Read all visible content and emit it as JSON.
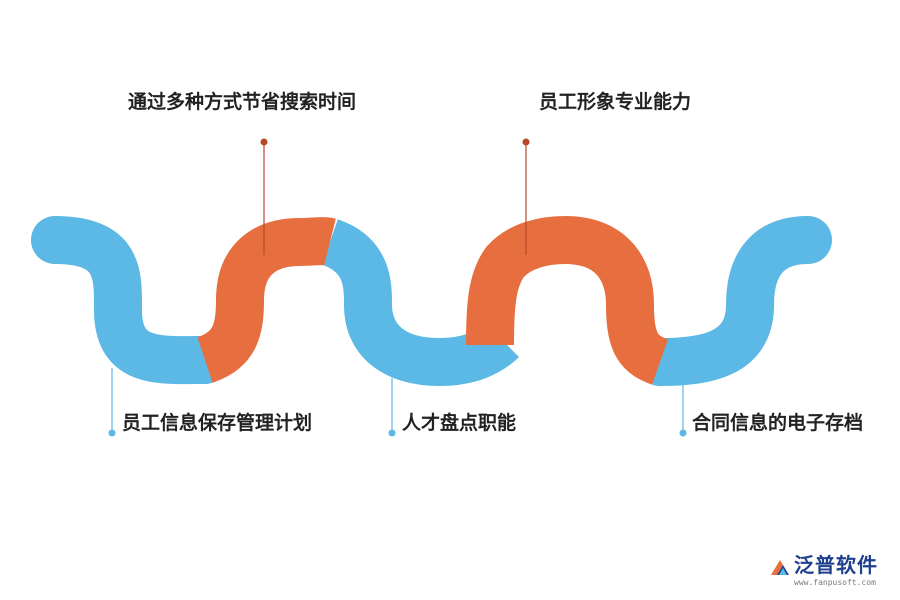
{
  "colors": {
    "blue": "#5cb8e4",
    "orange": "#e76f3f",
    "orange_marker": "#b8482a",
    "blue_marker": "#5cb8e4"
  },
  "labels": {
    "top_left": "通过多种方式节省搜索时间",
    "top_right": "员工形象专业能力",
    "bottom_1": "员工信息保存管理计划",
    "bottom_2": "人才盘点职能",
    "bottom_3": "合同信息的电子存档"
  },
  "logo": {
    "text": "泛普软件",
    "url": "www.fanpusoft.com",
    "icon": "fanpu-logo-icon"
  }
}
